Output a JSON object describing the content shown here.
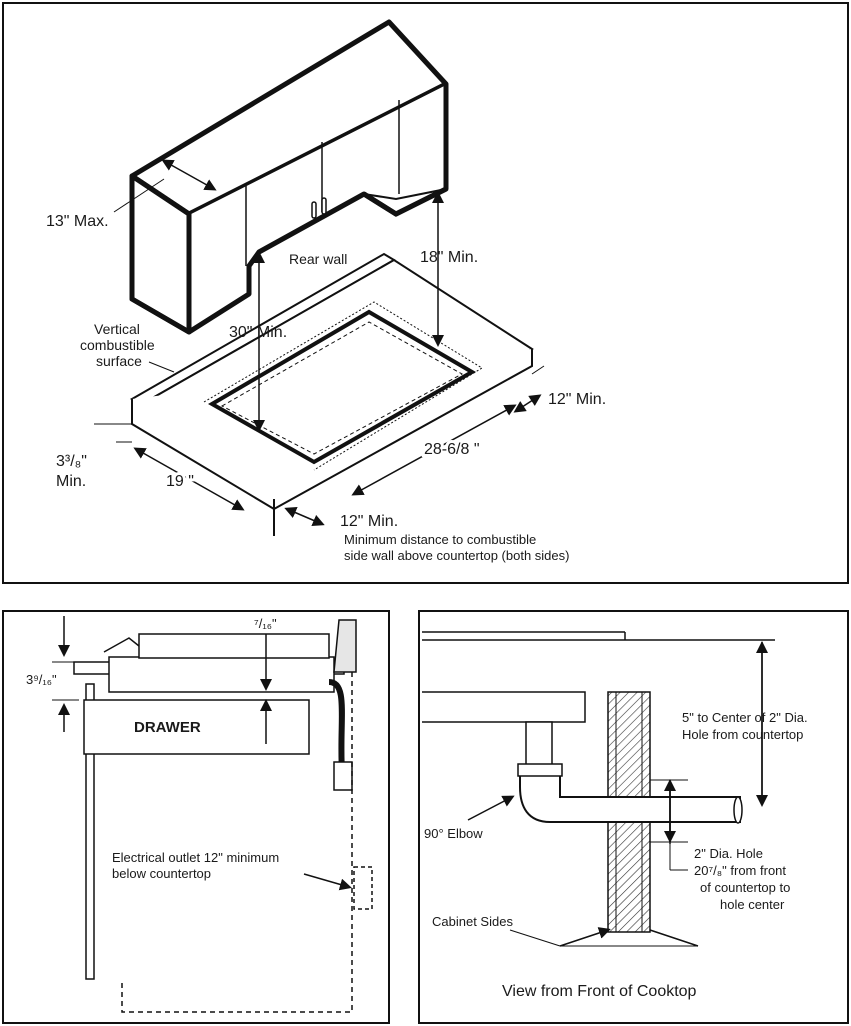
{
  "top_diagram": {
    "depth_max": "13\" Max.",
    "rear_wall": "Rear wall",
    "height_18": "18\" Min.",
    "vertical_surface": [
      "Vertical",
      "combustible",
      "surface"
    ],
    "height_30": "30\" Min.",
    "side_12": "12\" Min.",
    "front_dim": [
      "3³/₈\"",
      "Min."
    ],
    "width_19": "19 \"",
    "width_28": "28-6/8 \"",
    "side_12_bottom": "12\" Min.",
    "note": [
      "Minimum distance to combustible",
      "side wall above countertop (both sides)"
    ]
  },
  "left_diagram": {
    "top_fraction": "⁷/₁₆\"",
    "depth_label": "3⁹/₁₆\"",
    "drawer": "DRAWER",
    "outlet": [
      "Electrical outlet 12\" minimum",
      "below countertop"
    ]
  },
  "right_diagram": {
    "center_label": [
      "5\" to Center of 2\" Dia.",
      "Hole from countertop"
    ],
    "elbow": "90° Elbow",
    "hole": [
      "2\" Dia. Hole",
      "20⁷/₈\" from front",
      "of countertop to",
      "hole center"
    ],
    "cabinet_sides": "Cabinet Sides",
    "caption": "View from Front of Cooktop"
  }
}
